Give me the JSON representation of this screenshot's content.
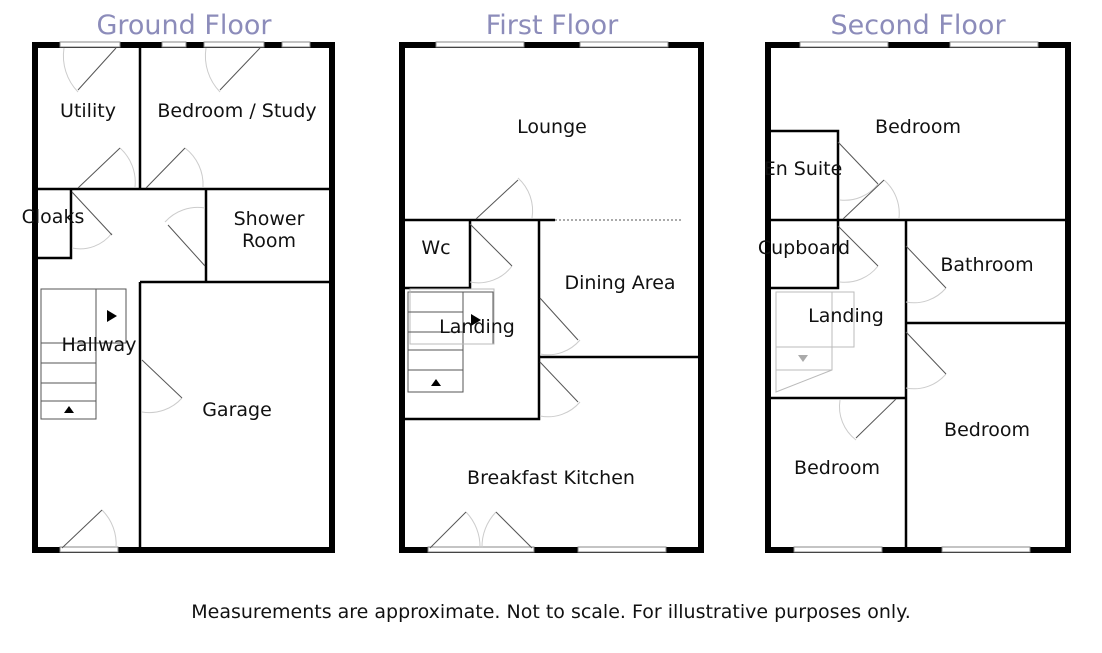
{
  "floors": [
    {
      "title": "Ground Floor",
      "rooms": [
        "Utility",
        "Bedroom / Study",
        "Cloaks",
        "Shower",
        "Room",
        "Hallway",
        "Garage"
      ]
    },
    {
      "title": "First Floor",
      "rooms": [
        "Lounge",
        "Wc",
        "Dining Area",
        "Landing",
        "Breakfast Kitchen"
      ]
    },
    {
      "title": "Second Floor",
      "rooms": [
        "Bedroom",
        "En Suite",
        "Cupboard",
        "Bathroom",
        "Landing",
        "Bedroom",
        "Bedroom"
      ]
    }
  ],
  "disclaimer": "Measurements are approximate. Not to scale. For illustrative purposes only."
}
